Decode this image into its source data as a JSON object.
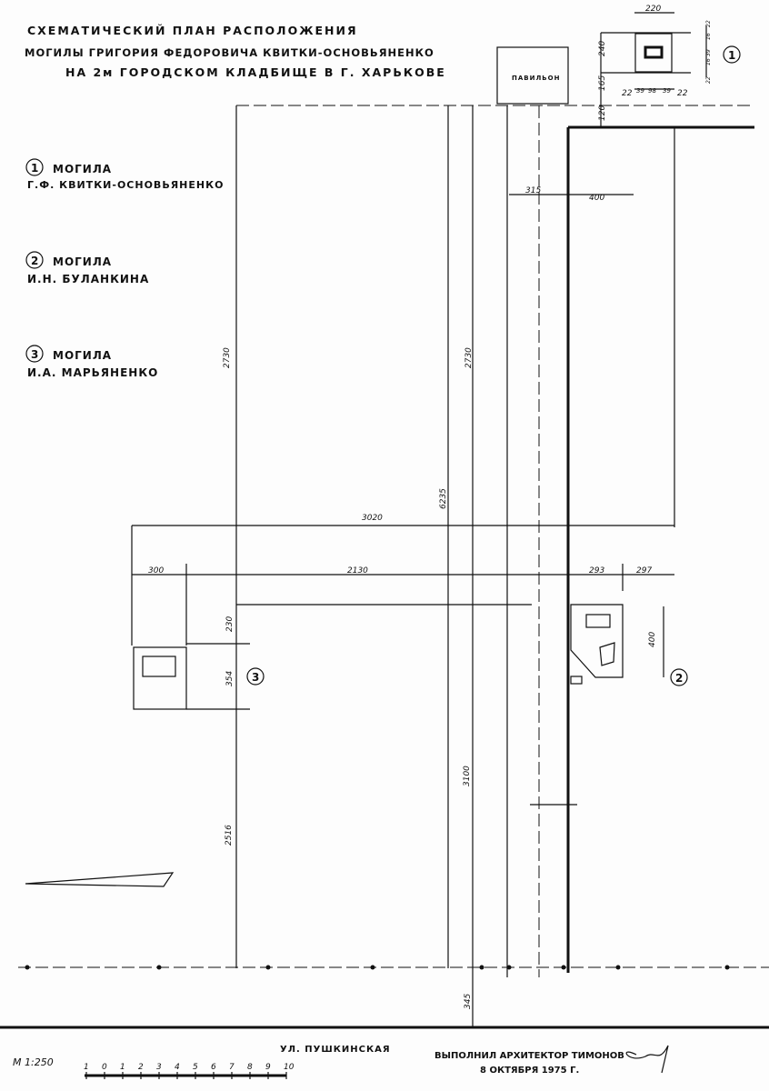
{
  "title": {
    "line1": "СХЕМАТИЧЕСКИЙ ПЛАН РАСПОЛОЖЕНИЯ",
    "line2": "МОГИЛЫ ГРИГОРИЯ ФЕДОРОВИЧА КВИТКИ-ОСНОВЬЯНЕНКО",
    "line3": "НА 2м ГОРОДСКОМ КЛАДБИЩЕ В Г. ХАРЬКОВЕ"
  },
  "legend": [
    {
      "num": "1",
      "label": "МОГИЛА",
      "name": "Г.Ф. КВИТКИ-ОСНОВЬЯНЕНКО"
    },
    {
      "num": "2",
      "label": "МОГИЛА",
      "name": "И.Н. БУЛАНКИНА"
    },
    {
      "num": "3",
      "label": "МОГИЛА",
      "name": "И.А. МАРЬЯНЕНКО"
    }
  ],
  "pavilion_label": "ПАВИЛЬОН",
  "dimensions": {
    "top_width": "220",
    "top_240": "240",
    "top_165": "165",
    "top_120": "120",
    "top_22a": "22",
    "top_39a": "39",
    "top_98": "98",
    "top_39b": "39",
    "top_22b": "22",
    "right_22a": "22",
    "right_16a": "16",
    "right_39": "39",
    "right_16b": "16",
    "right_22b": "22",
    "d315": "315",
    "d400a": "400",
    "d2730a": "2730",
    "d2730b": "2730",
    "d6235": "6235",
    "d3020": "3020",
    "d300": "300",
    "d2130": "2130",
    "d293": "293",
    "d297": "297",
    "d230": "230",
    "d354": "354",
    "d400b": "400",
    "d3100": "3100",
    "d2516": "2516",
    "d345": "345"
  },
  "markers": {
    "m1": "1",
    "m2": "2",
    "m3": "3"
  },
  "street": "УЛ. ПУШКИНСКАЯ",
  "scale": {
    "label": "М 1:250",
    "ticks": [
      "1",
      "0",
      "1",
      "2",
      "3",
      "4",
      "5",
      "6",
      "7",
      "8",
      "9",
      "10"
    ]
  },
  "signature": {
    "line1": "ВЫПОЛНИЛ АРХИТЕКТОР ТИМОНОВ",
    "line2": "8 ОКТЯБРЯ 1975 Г."
  }
}
